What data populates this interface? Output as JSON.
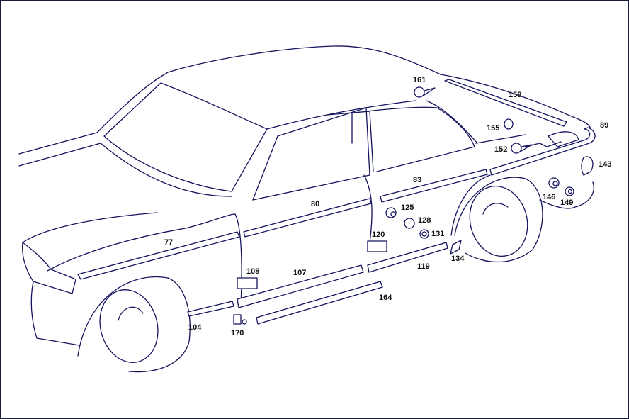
{
  "diagram": {
    "colors": {
      "line": "#14145e",
      "frame": "#1c1c3a",
      "background": "#ffffff"
    },
    "part_numbers": {
      "p161": "161",
      "p158": "158",
      "p89": "89",
      "p155": "155",
      "p152": "152",
      "p143": "143",
      "p146": "146",
      "p149": "149",
      "p83": "83",
      "p80": "80",
      "p125": "125",
      "p128": "128",
      "p120": "120",
      "p131": "131",
      "p134": "134",
      "p77": "77",
      "p108": "108",
      "p107": "107",
      "p119": "119",
      "p164": "164",
      "p104": "104",
      "p170": "170"
    }
  }
}
